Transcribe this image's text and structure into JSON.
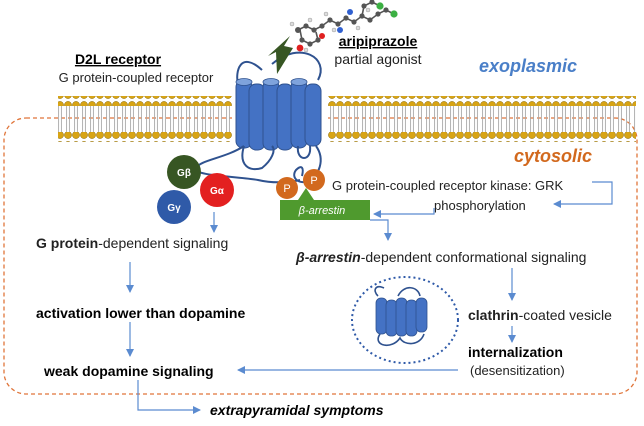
{
  "colors": {
    "membrane_head": "#d8a414",
    "membrane_tail": "#a8a8a8",
    "receptor": "#4472c4",
    "receptor_dark": "#2f528f",
    "cytosol_border": "#e0753a",
    "exoplasmic_text": "#4a7fc8",
    "cytosolic_text": "#d2691e",
    "g_beta": "#375623",
    "g_alpha": "#e32020",
    "g_gamma": "#2f5aa8",
    "phosphate": "#d2691e",
    "arrestin": "#4f9a2e",
    "agonist_arrow": "#375623",
    "flow_arrow": "#5b8bd0",
    "vesicle_border": "#2f5aa8"
  },
  "receptor": {
    "title": "D2L receptor",
    "subtitle": "G protein-coupled receptor"
  },
  "drug": {
    "title": "aripiprazole",
    "subtitle": "partial agonist",
    "icon": "molecule-structure-icon"
  },
  "compartments": {
    "exoplasmic": "exoplasmic",
    "cytosolic": "cytosolic"
  },
  "g_protein": {
    "beta": "Gβ",
    "alpha": "Gα",
    "gamma": "Gγ"
  },
  "phosphate_label": "P",
  "arrestin_label": "β-arrestin",
  "grk": {
    "line1": "G protein-coupled receptor kinase: GRK",
    "line2": "phosphorylation"
  },
  "g_signaling": {
    "bold": "G protein",
    "rest": "-dependent signaling"
  },
  "arrestin_signaling": {
    "bold": "β-arrestin",
    "rest": "-dependent conformational signaling"
  },
  "activation": "activation lower than dopamine",
  "weak": "weak dopamine signaling",
  "clathrin": {
    "bold": "clathrin",
    "rest": "-coated vesicle"
  },
  "internalization": {
    "bold": "internalization",
    "sub": "(desensitization)"
  },
  "outcome": "extrapyramidal symptoms"
}
